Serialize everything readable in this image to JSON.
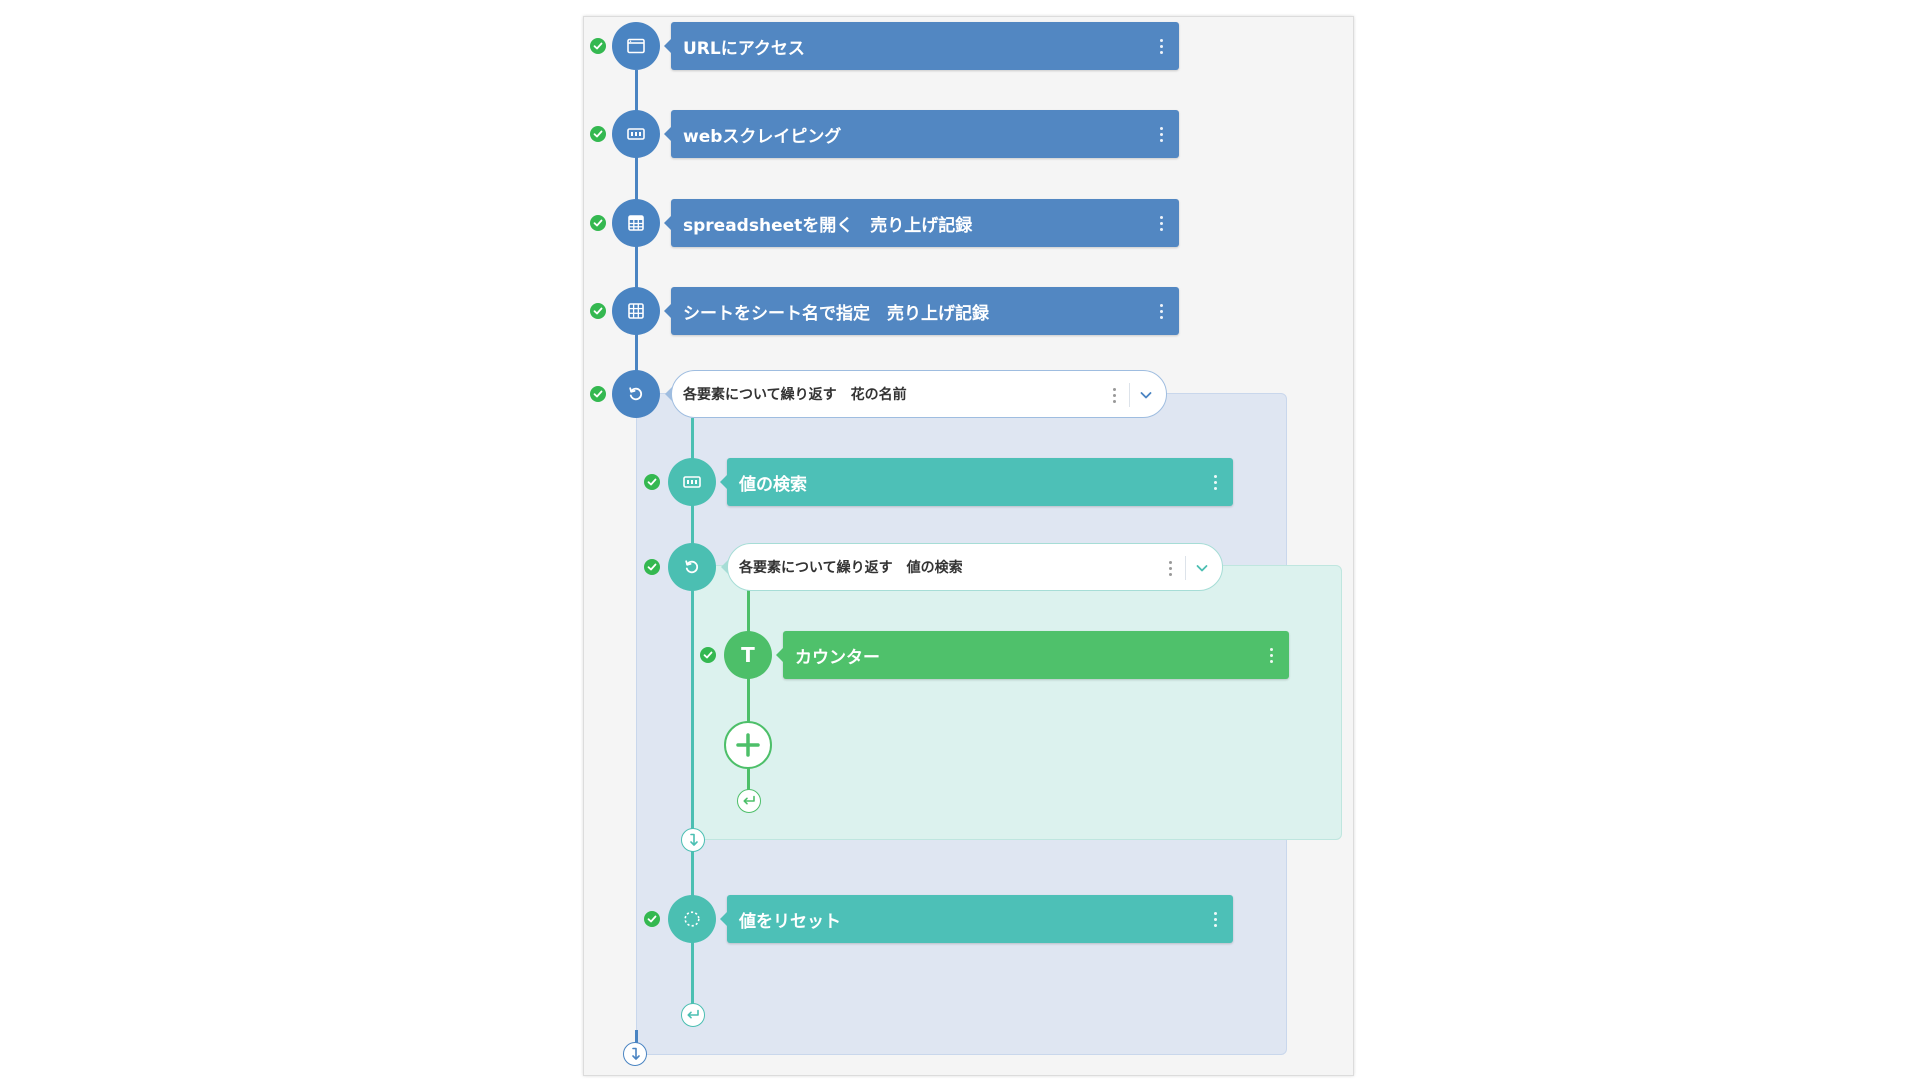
{
  "flow": {
    "steps": [
      {
        "label": "URLにアクセス",
        "icon": "browser-window-icon",
        "checked": true
      },
      {
        "label": "webスクレイピング",
        "icon": "scraping-icon",
        "checked": true
      },
      {
        "label": "spreadsheetを開く　売り上げ記録",
        "icon": "spreadsheet-icon",
        "checked": true
      },
      {
        "label": "シートをシート名で指定　売り上げ記録",
        "icon": "sheet-grid-icon",
        "checked": true
      }
    ],
    "outer_loop": {
      "label": "各要素について繰り返す　花の名前",
      "icon": "loop-icon",
      "checked": true,
      "children": {
        "search": {
          "label": "値の検索",
          "icon": "scraping-icon",
          "checked": true
        },
        "inner_loop": {
          "label": "各要素について繰り返す　値の検索",
          "icon": "loop-icon",
          "checked": true,
          "children": {
            "counter": {
              "label": "カウンター",
              "icon": "T",
              "checked": true
            }
          }
        },
        "reset": {
          "label": "値をリセット",
          "icon": "dotted-circle-icon",
          "checked": true
        }
      }
    }
  },
  "colors": {
    "blue": "#5287c2",
    "teal": "#4dc0b7",
    "green": "#4fc16b",
    "check": "#34b850"
  }
}
